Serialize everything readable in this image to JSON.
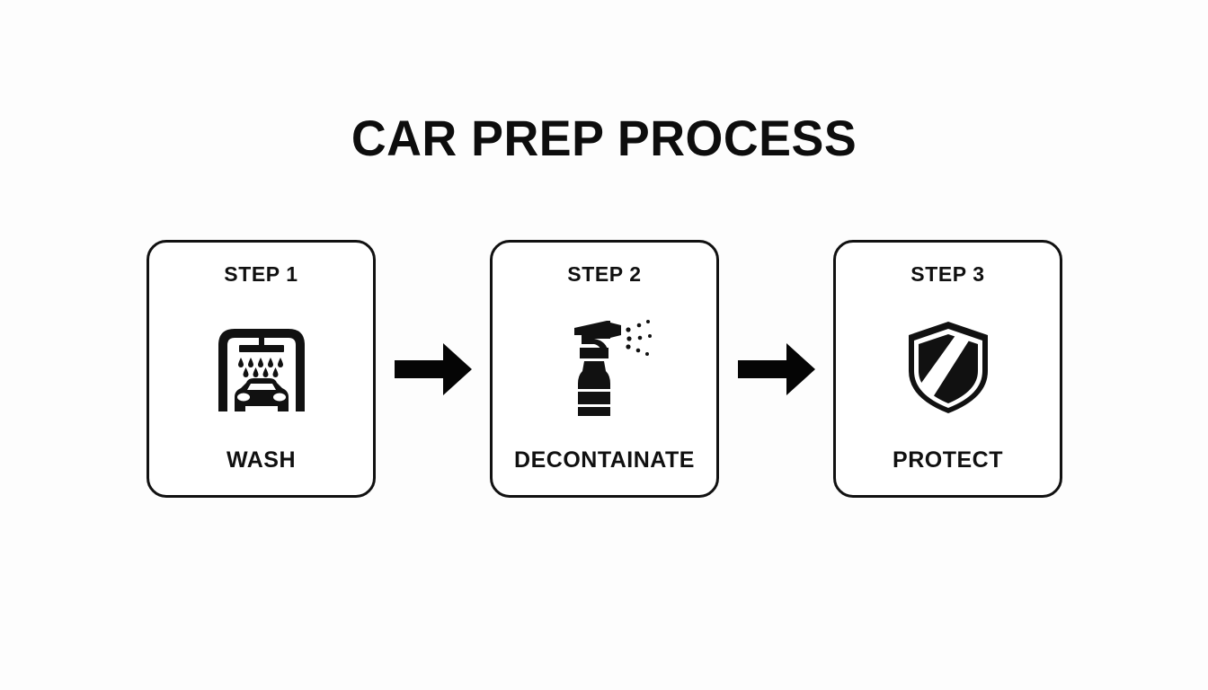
{
  "page": {
    "title": "CAR PREP PROCESS",
    "background_color": "#fdfdfd",
    "ink_color": "#111111"
  },
  "steps": [
    {
      "step_label": "STEP 1",
      "name": "WASH",
      "icon": "car-wash-icon"
    },
    {
      "step_label": "STEP 2",
      "name": "DECONTAINATE",
      "icon": "spray-bottle-icon"
    },
    {
      "step_label": "STEP 3",
      "name": "PROTECT",
      "icon": "shield-icon"
    }
  ],
  "connectors": [
    {
      "icon": "arrow-right-icon"
    },
    {
      "icon": "arrow-right-icon"
    }
  ]
}
